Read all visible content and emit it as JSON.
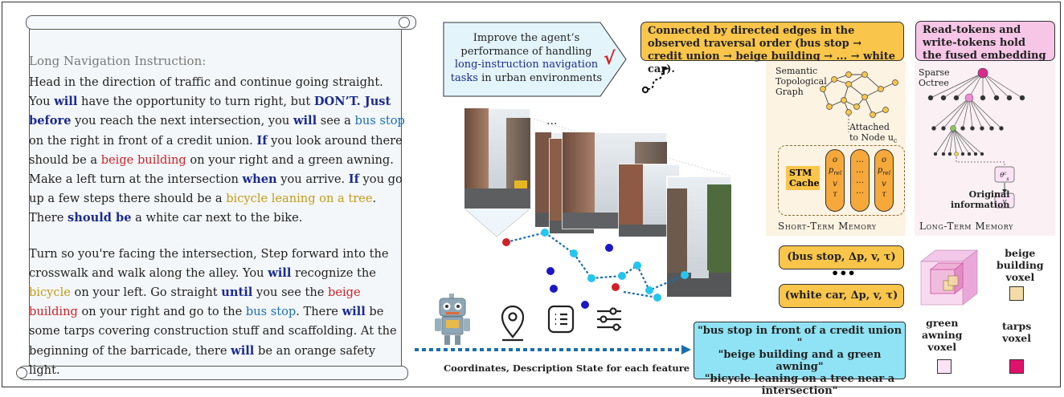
{
  "instruction": {
    "title": "Long Navigation Instruction:",
    "p1": [
      {
        "t": "Head in the direction of traffic and continue going straight. You ",
        "c": ""
      },
      {
        "t": "will",
        "c": "kw-blue"
      },
      {
        "t": " have the opportunity to turn right, but ",
        "c": ""
      },
      {
        "t": "DON’T. Just before",
        "c": "kw-blue"
      },
      {
        "t": " you reach the next intersection, you ",
        "c": ""
      },
      {
        "t": "will",
        "c": "kw-blue"
      },
      {
        "t": " see a ",
        "c": ""
      },
      {
        "t": "bus stop",
        "c": "kw-teal"
      },
      {
        "t": " on the right in front of a credit union. ",
        "c": ""
      },
      {
        "t": "If",
        "c": "kw-blue"
      },
      {
        "t": " you look around there should be a ",
        "c": ""
      },
      {
        "t": "beige building",
        "c": "kw-red"
      },
      {
        "t": " on your right and a green awning. Make a left turn at the intersection ",
        "c": ""
      },
      {
        "t": "when",
        "c": "kw-blue"
      },
      {
        "t": " you arrive. ",
        "c": ""
      },
      {
        "t": "If",
        "c": "kw-blue"
      },
      {
        "t": " you go up a few steps there should be a ",
        "c": ""
      },
      {
        "t": "bicycle leaning on a tree",
        "c": "kw-gold"
      },
      {
        "t": ". There ",
        "c": ""
      },
      {
        "t": "should be",
        "c": "kw-blue"
      },
      {
        "t": " a white car next to the bike.",
        "c": ""
      }
    ],
    "p2": [
      {
        "t": "Turn so you're facing the intersection, Step forward into the crosswalk and walk along the alley. You ",
        "c": ""
      },
      {
        "t": "will",
        "c": "kw-blue"
      },
      {
        "t": " recognize the ",
        "c": ""
      },
      {
        "t": "bicycle",
        "c": "kw-gold"
      },
      {
        "t": " on your left. Go straight ",
        "c": ""
      },
      {
        "t": "until",
        "c": "kw-blue"
      },
      {
        "t": " you see the ",
        "c": ""
      },
      {
        "t": "beige building",
        "c": "kw-red"
      },
      {
        "t": " on your right and go to the ",
        "c": ""
      },
      {
        "t": "bus stop",
        "c": "kw-teal"
      },
      {
        "t": ". There ",
        "c": ""
      },
      {
        "t": "will",
        "c": "kw-blue"
      },
      {
        "t": " be some tarps covering construction stuff and scaffolding. At the beginning of the barricade, there ",
        "c": ""
      },
      {
        "t": "will",
        "c": "kw-blue"
      },
      {
        "t": " be an orange safety light.",
        "c": ""
      }
    ]
  },
  "goal": {
    "line1": "Improve the agent’s",
    "line2": "performance of handling",
    "link": "long-instruction navigation",
    "line4a": "tasks",
    "line4b": " in urban environments"
  },
  "notes": {
    "yellow": "Connected by directed edges in the observed traversal order (bus stop → credit union → beige building → ... → white car).",
    "pink": "Read-tokens and write-tokens hold the fused embedding"
  },
  "stm": {
    "graph_label_1": "Semantic",
    "graph_label_2": "Topological",
    "graph_label_3": "Graph",
    "attached_1": "Attached",
    "attached_2": "to Node u",
    "attached_sub": "c",
    "cache_1": "STM",
    "cache_2": "Cache",
    "title": "Short-Term Memory"
  },
  "ltm": {
    "octree_1": "Sparse",
    "octree_2": "Octree",
    "orig_1": "Original",
    "orig_2": "information",
    "title": "Long-Term Memory"
  },
  "records": {
    "first": "(bus stop, Δp, v, τ)",
    "dots": "•••",
    "last": "(white car, Δp, v, τ)"
  },
  "voxels": {
    "beige": "beige\nbuilding\nvoxel",
    "green": "green\nawning\nvoxel",
    "tarps": "tarps\nvoxel"
  },
  "caption": "Coordinates, Description State for each feature",
  "descriptions": {
    "l1": "\"bus stop in front of a credit union \"",
    "l2": "\"beige building and a green awning\"",
    "l3": "\"bicycle leaning on a tree near a",
    "l4": "intersection\""
  },
  "street_ellipsis": "...",
  "colors": {
    "yellow": "#f9c54a",
    "pink": "#f7c6e7",
    "cyan": "#8fe3f4",
    "goal": "#e3f5fb",
    "keyword_blue": "#1b2a8f",
    "keyword_red": "#d22027",
    "keyword_gold": "#c49a13",
    "arrow_blue": "#1a6eb0",
    "tarps": "#e0116b",
    "beige": "#f4dca8",
    "green_awning": "#fbe3f5"
  }
}
